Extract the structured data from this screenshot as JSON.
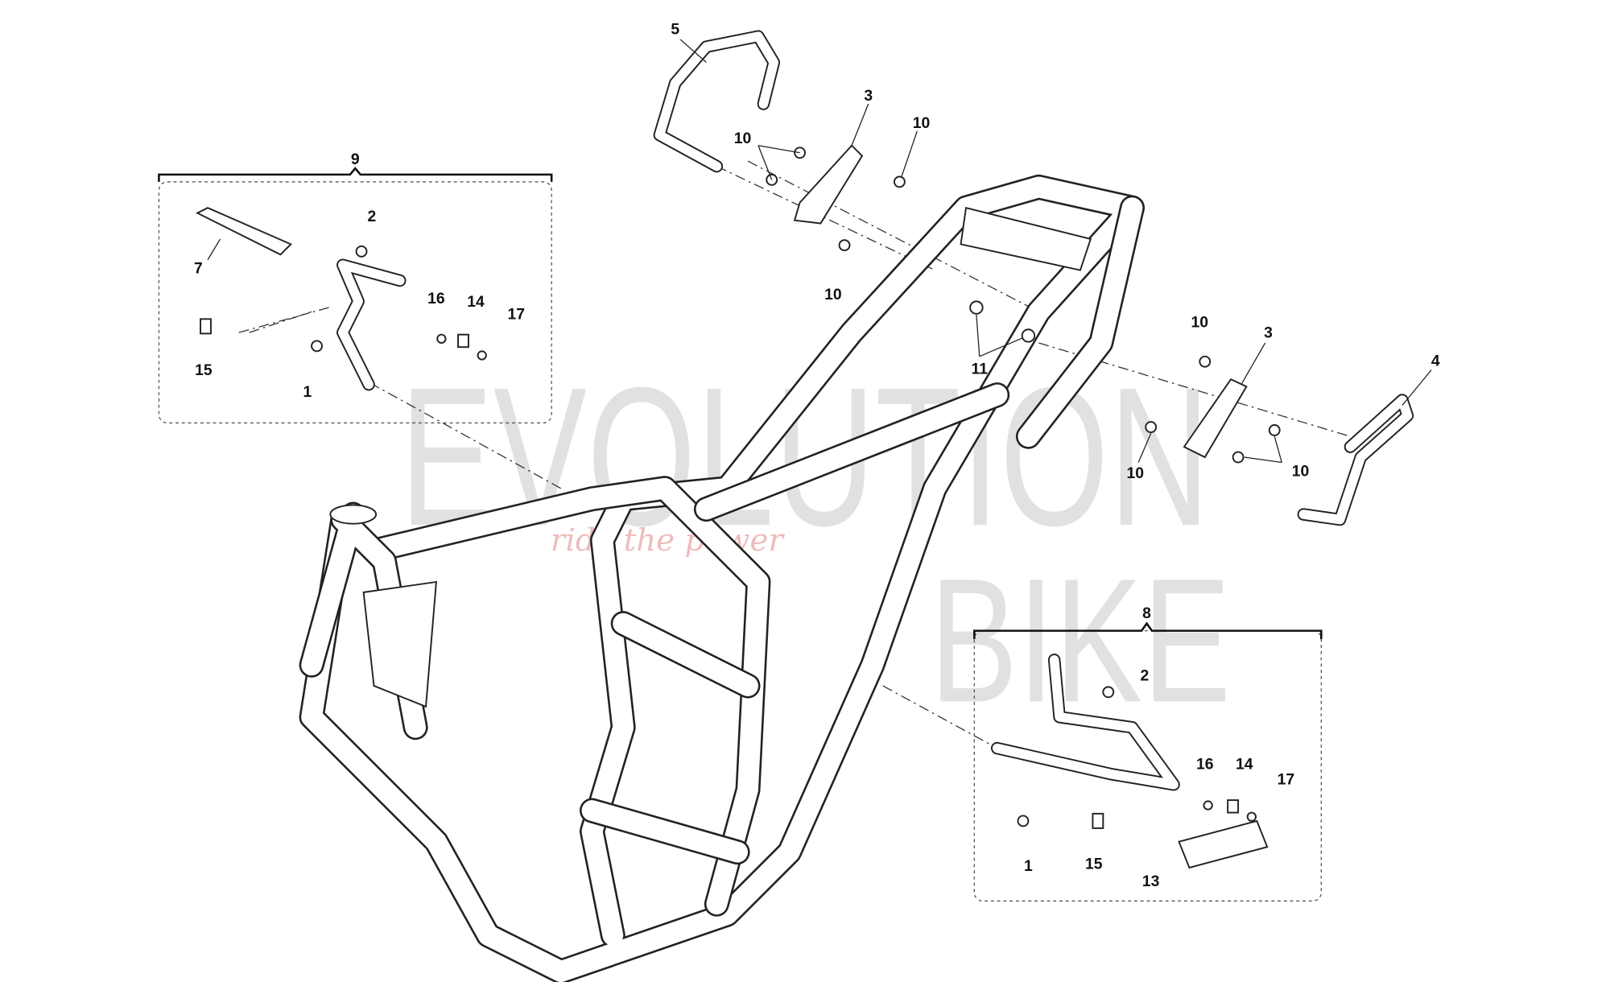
{
  "watermark": {
    "brand_line1": "EVOLUTION",
    "brand_line2": "BIKE",
    "tagline": "ride the power"
  },
  "callouts": {
    "rear_handle_top": "5",
    "plate_top": "3",
    "bolt_top_right": "10",
    "bolt_top_left": "10",
    "bolt_top_bottom": "10",
    "group_left": "9",
    "left_bolt_2": "2",
    "left_footpeg": "7",
    "left_ball": "16",
    "left_spring": "14",
    "left_clip": "17",
    "left_pin": "15",
    "left_bolt_1": "1",
    "nut": "11",
    "bolt_right_top": "10",
    "plate_right": "3",
    "rear_handle_right": "4",
    "bolt_right_left": "10",
    "bolt_right_bottom": "10",
    "group_right": "8",
    "right_bolt_2": "2",
    "right_ball": "16",
    "right_spring": "14",
    "right_clip": "17",
    "right_bolt_1": "1",
    "right_pin": "15",
    "right_footpeg": "13"
  }
}
